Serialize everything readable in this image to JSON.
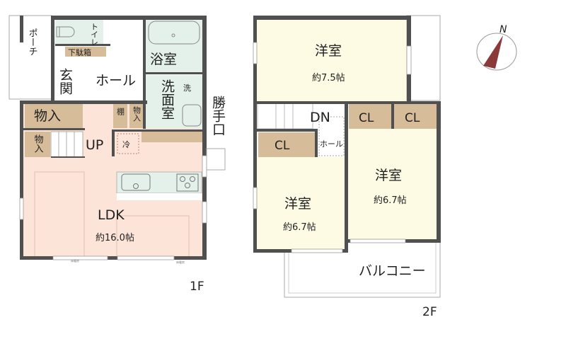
{
  "colors": {
    "wall": "#505050",
    "ldk_floor": "#fde4d8",
    "bedroom_floor": "#fdfbe3",
    "wet_floor": "#e4f0ea",
    "storage": "#d6bc99",
    "white": "#ffffff",
    "compass_needle": "#8b3a3a"
  },
  "floor1": {
    "label": "1F",
    "rooms": {
      "porch": "ポーチ",
      "toilet": "トイレ",
      "shoe_box": "下駄箱",
      "entrance": "玄関",
      "hall": "ホール",
      "bath": "浴室",
      "washroom": "洗面室",
      "washer": "洗",
      "storage_large": "物入",
      "shelf": "棚",
      "storage_small": "物入",
      "storage_stairs": "物入",
      "up": "UP",
      "fridge": "冷",
      "service_door": "勝手口",
      "ldk": "LDK",
      "ldk_size": "約16.0帖",
      "floor_heating_1": "床暖房",
      "floor_heating_2": "床暖房"
    }
  },
  "floor2": {
    "label": "2F",
    "rooms": {
      "bedroom_north": "洋室",
      "bedroom_north_size": "約7.5帖",
      "bedroom_west": "洋室",
      "bedroom_west_size": "約6.7帖",
      "bedroom_east": "洋室",
      "bedroom_east_size": "約6.7帖",
      "closet_1": "CL",
      "closet_2": "CL",
      "closet_3": "CL",
      "down": "DN",
      "hall": "ホール",
      "balcony": "バルコニー"
    }
  },
  "compass": {
    "north_label": "N"
  }
}
